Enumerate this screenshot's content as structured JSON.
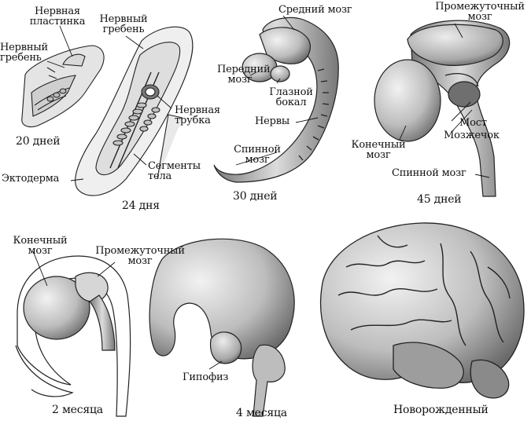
{
  "stages": {
    "day20": {
      "caption": "20 дней",
      "labels": {
        "neural_plate": "Нервная\nпластинка",
        "neural_crest": "Нервный\nгребень",
        "ectoderm": "Эктодерма"
      }
    },
    "day24": {
      "caption": "24 дня",
      "labels": {
        "neural_crest": "Нервный\nгребень",
        "neural_tube": "Нервная\nтрубка",
        "body_segments": "Сегменты\nтела"
      }
    },
    "day30": {
      "caption": "30 дней",
      "labels": {
        "midbrain": "Средний мозг",
        "forebrain": "Передний\nмозг",
        "optic_cup": "Глазной\nбокал",
        "nerves": "Нервы",
        "spinal_cord": "Спинной\nмозг"
      }
    },
    "day45": {
      "caption": "45 дней",
      "labels": {
        "diencephalon": "Промежуточный\nмозг",
        "telencephalon": "Конечный\nмозг",
        "pons": "Мост",
        "cerebellum": "Мозжечок",
        "spinal_cord": "Спинной мозг"
      }
    },
    "month2": {
      "caption": "2 месяца",
      "labels": {
        "telencephalon": "Конечный\nмозг",
        "diencephalon": "Промежуточный\nмозг"
      }
    },
    "month4": {
      "caption": "4 месяца",
      "labels": {
        "pituitary": "Гипофиз"
      }
    },
    "newborn": {
      "caption": "Новорожденный"
    }
  }
}
